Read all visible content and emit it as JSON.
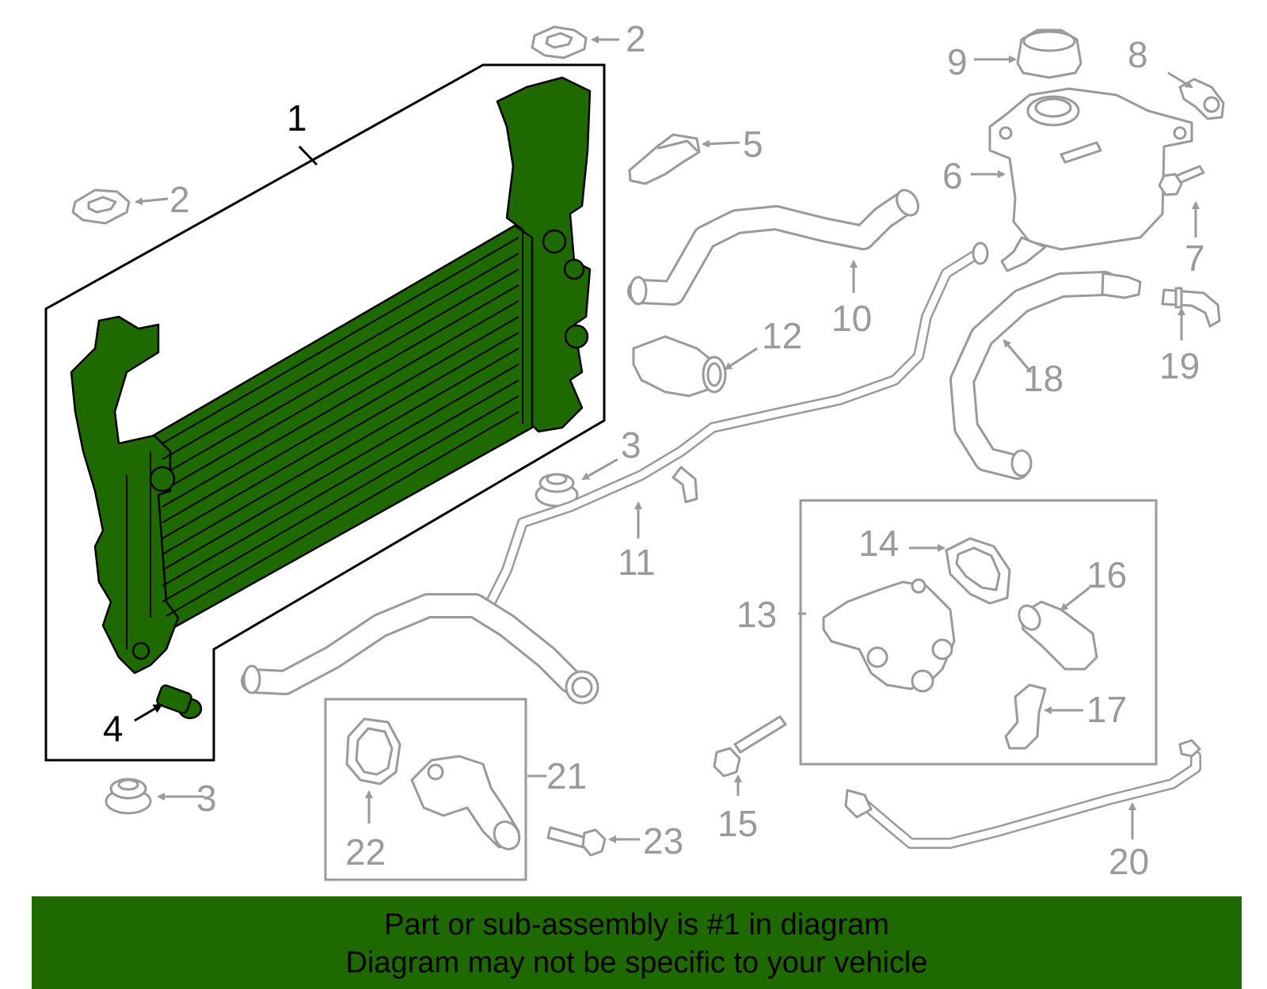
{
  "callouts": {
    "c1": "1",
    "c2a": "2",
    "c2b": "2",
    "c3a": "3",
    "c3b": "3",
    "c4": "4",
    "c5": "5",
    "c6": "6",
    "c7": "7",
    "c8": "8",
    "c9": "9",
    "c10": "10",
    "c11": "11",
    "c12": "12",
    "c13": "13",
    "c14": "14",
    "c15": "15",
    "c16": "16",
    "c17": "17",
    "c18": "18",
    "c19": "19",
    "c20": "20",
    "c21": "21",
    "c22": "22",
    "c23": "23"
  },
  "banner": {
    "line1": "Part or sub-assembly is #1 in diagram",
    "line2": "Diagram may not be specific to your vehicle"
  },
  "colors": {
    "highlight": "#1f6a00",
    "line_art": "#9a9a9a",
    "primary_text": "#000000"
  }
}
